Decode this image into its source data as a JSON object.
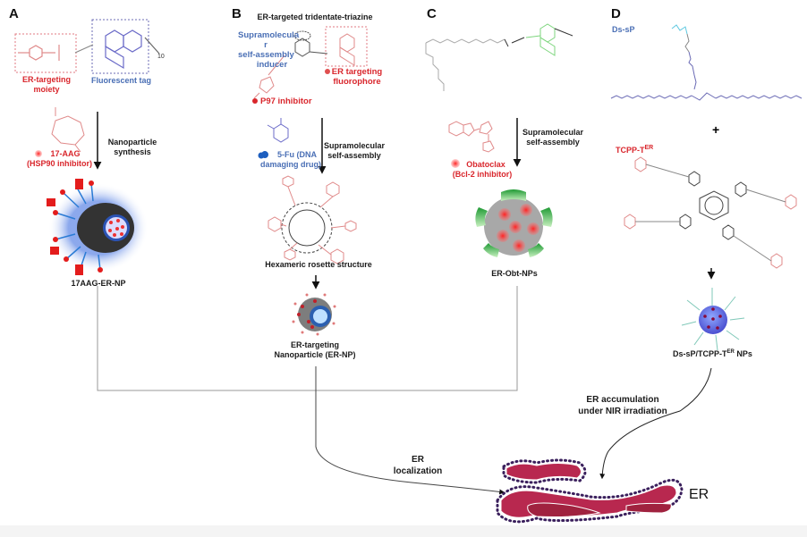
{
  "figure": {
    "colors": {
      "er_targeting_red": "#d9262c",
      "fluorescent_blue": "#4a6fb5",
      "dansyl_green": "#7ed67e",
      "er_membrane": "#b8284f",
      "ribosome": "#3a1f5c",
      "connector_line": "#999999"
    },
    "panels": [
      {
        "letter": "A",
        "labels": {
          "er_targeting_moiety_1": "ER-targeting",
          "er_targeting_moiety_2": "moiety",
          "fluorescent_tag": "Fluorescent tag",
          "chain_subscript": "10",
          "drug_name": "17-AAG",
          "drug_class": "(HSP90 inhibitor)",
          "step_1": "Nanoparticle",
          "step_2": "synthesis",
          "product": "17AAG-ER-NP"
        }
      },
      {
        "letter": "B",
        "labels": {
          "title": "ER-targeted tridentate-triazine",
          "inducer_1": "Supramolecula",
          "inducer_2": "r",
          "inducer_3": "self-assembly",
          "inducer_4": "inducer",
          "fluorophore_1": "ER targeting",
          "fluorophore_2": "fluorophore",
          "p97": "P97 inhibitor",
          "drug_1": "5-Fu (DNA",
          "drug_2": "damaging drug)",
          "step_1": "Supramolecular",
          "step_2": "self-assembly",
          "rosette": "Hexameric rosette structure",
          "product_1": "ER-targeting",
          "product_2": "Nanoparticle (ER-NP)"
        }
      },
      {
        "letter": "C",
        "labels": {
          "drug_name": "Obatoclax",
          "drug_class": "(Bcl-2 inhibitor)",
          "step_1": "Supramolecular",
          "step_2": "self-assembly",
          "product": "ER-Obt-NPs"
        }
      },
      {
        "letter": "D",
        "labels": {
          "lipid": "Ds-sP",
          "plus": "+",
          "porphyrin": "TCPP-T",
          "porphyrin_sup": "ER",
          "product_pre": "Ds-sP/TCPP-T",
          "product_sup": "ER",
          "product_post": " NPs"
        }
      }
    ],
    "bottom": {
      "localization_1": "ER",
      "localization_2": "localization",
      "accumulation_1": "ER accumulation",
      "accumulation_2": "under NIR irradiation",
      "organelle": "ER"
    }
  }
}
